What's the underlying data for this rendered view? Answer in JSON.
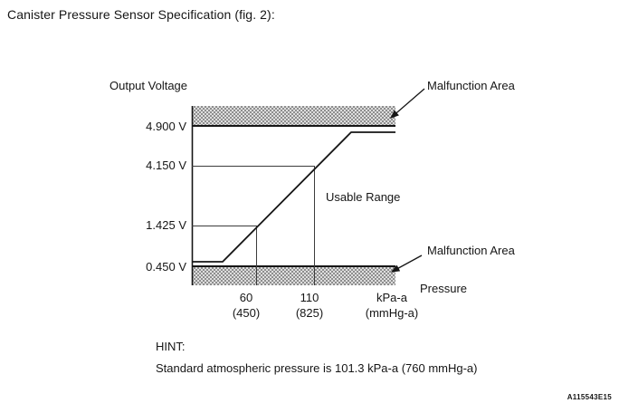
{
  "title": "Canister Pressure Sensor Specification (fig. 2):",
  "figure_code": "A115543E15",
  "chart": {
    "ylabel": "Output Voltage",
    "y_ticks": [
      "4.900 V",
      "4.150 V",
      "1.425 V",
      "0.450 V"
    ],
    "x_ticks": [
      {
        "value": "60",
        "alt": "(450)"
      },
      {
        "value": "110",
        "alt": "(825)"
      }
    ],
    "x_units": {
      "value": "kPa-a",
      "alt": "(mmHg-a)"
    },
    "labels": {
      "malfunction": "Malfunction Area",
      "usable": "Usable Range",
      "pressure": "Pressure"
    }
  },
  "hint": {
    "label": "HINT:",
    "text": "Standard atmospheric pressure is 101.3 kPa-a (760 mmHg-a)"
  },
  "chart_data": {
    "type": "line",
    "title": "Canister Pressure Sensor Specification (fig. 2)",
    "xlabel": "Pressure",
    "x_units": "kPa-a (mmHg-a)",
    "ylabel": "Output Voltage",
    "y_tick_values_v": [
      4.9,
      4.15,
      1.425,
      0.45
    ],
    "x_tick_values": [
      {
        "kpa_a": 60,
        "mmhg_a": 450
      },
      {
        "kpa_a": 110,
        "mmhg_a": 825
      }
    ],
    "calibration_points": [
      {
        "pressure_kpa_a": 60,
        "pressure_mmhg_a": 450,
        "output_v": 1.425
      },
      {
        "pressure_kpa_a": 110,
        "pressure_mmhg_a": 825,
        "output_v": 4.15
      }
    ],
    "usable_range_v": [
      0.45,
      4.9
    ],
    "malfunction_areas": [
      "output voltage above 4.900 V",
      "output voltage below 0.450 V"
    ],
    "shape": "flat at low output near 0.450 V, linear rise through calibration points, flat just below 4.900 V at high pressure",
    "grid": false,
    "legend": false,
    "annotations": [
      "Malfunction Area (upper hatched band)",
      "Malfunction Area (lower hatched band)",
      "Usable Range"
    ],
    "hint": "Standard atmospheric pressure is 101.3 kPa-a (760 mmHg-a)"
  }
}
